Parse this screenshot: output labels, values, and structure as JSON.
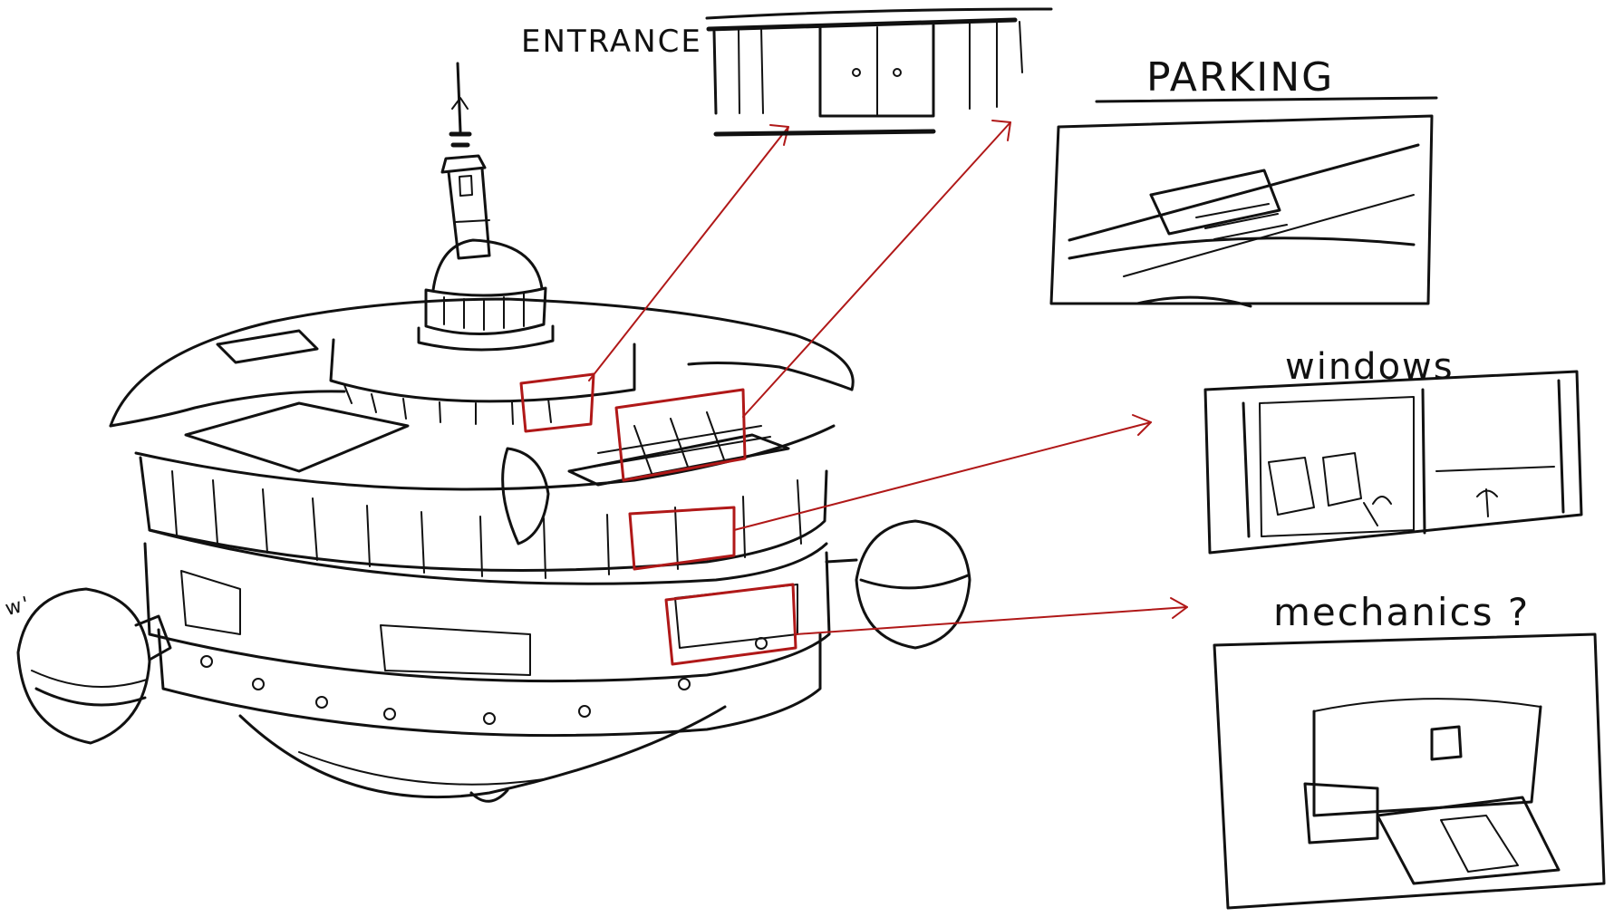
{
  "colors": {
    "ink": "#111111",
    "annotation": "#b01818",
    "background": "#ffffff"
  },
  "labels": {
    "entrance": "ENTRANCE",
    "parking": "PARKING",
    "windows": "windows",
    "mechanics": "mechanics ?",
    "margin_scribble": "w'"
  }
}
